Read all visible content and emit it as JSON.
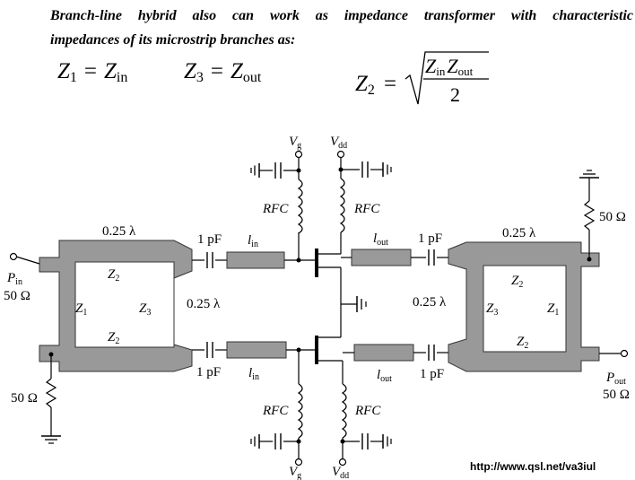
{
  "heading": {
    "line1": "Branch-line hybrid also can work as impedance transformer with characteristic",
    "line2": "impedances of its microstrip branches as:"
  },
  "equations": {
    "z1_sym": "Z",
    "z1_sub": "1",
    "equals": "=",
    "zin_sym": "Z",
    "zin_sub": "in",
    "z3_sym": "Z",
    "z3_sub": "3",
    "zout_sym": "Z",
    "zout_sub": "out",
    "z2_sym": "Z",
    "z2_sub": "2",
    "denominator": "2"
  },
  "labels": {
    "quarter_wave": "0.25 λ",
    "cap": "1 pF",
    "rfc": "RFC",
    "resistor": "50 Ω",
    "pin_sym": "P",
    "pin_sub": "in",
    "pout_sym": "P",
    "pout_sub": "out",
    "port_z": "50 Ω",
    "vg_sym": "V",
    "vg_sub": "g",
    "vdd_sym": "V",
    "vdd_sub": "dd",
    "l_sym": "l",
    "lin_sub": "in",
    "lout_sub": "out",
    "z_sym": "Z",
    "z1_sub": "1",
    "z2_sub": "2",
    "z3_sub": "3"
  },
  "footer": {
    "url": "http://www.qsl.net/va3iul"
  }
}
